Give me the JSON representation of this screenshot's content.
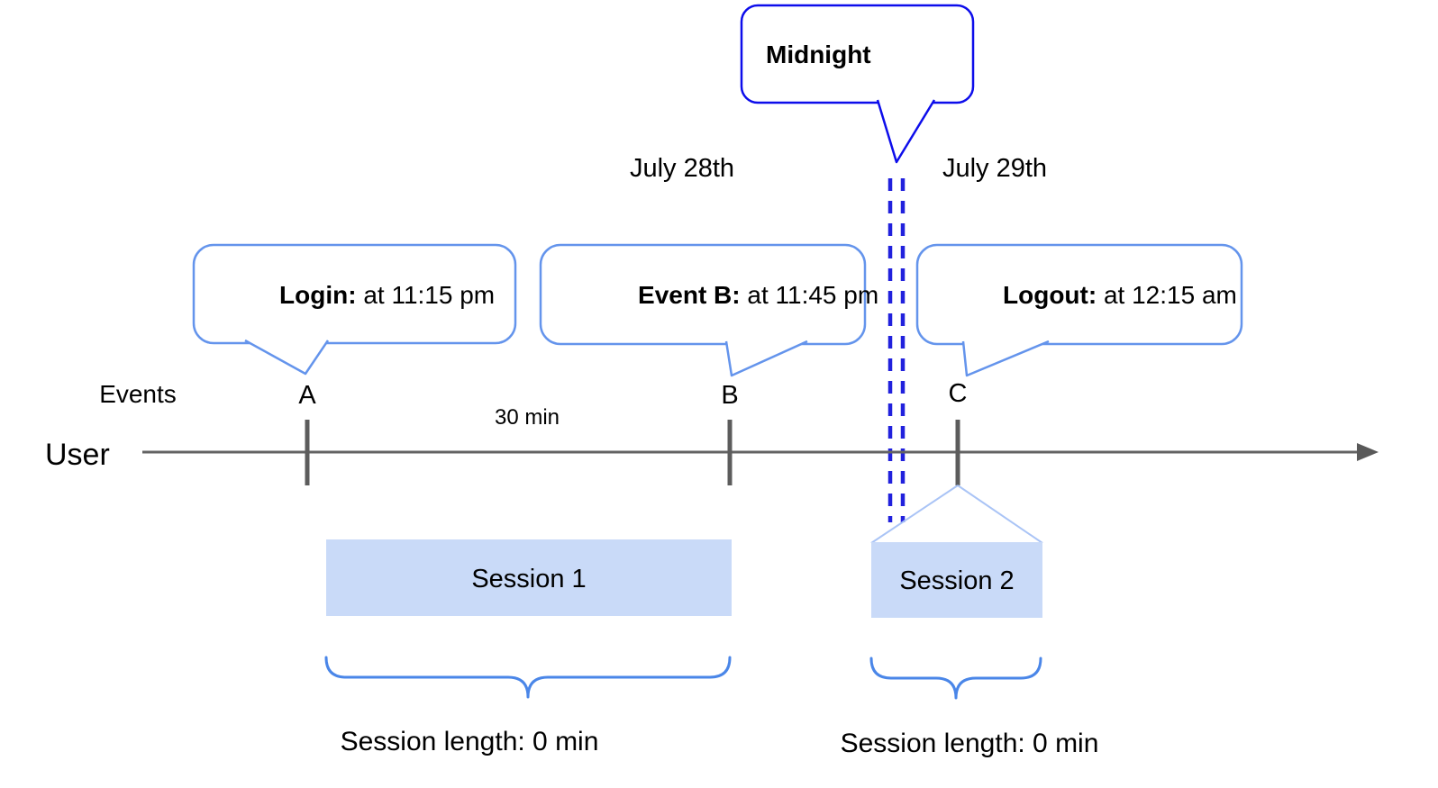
{
  "callouts": {
    "midnight": {
      "title": "Midnight"
    },
    "login": {
      "label": "Login:",
      "time": " at 11:15 pm"
    },
    "event_b": {
      "label": "Event B:",
      "time": " at 11:45 pm"
    },
    "logout": {
      "label": "Logout:",
      "time": " at 12:15 am"
    }
  },
  "dates": {
    "left": "July 28th",
    "right": "July 29th"
  },
  "timeline": {
    "row_label": "User",
    "events_label": "Events",
    "interval_label": "30 min",
    "event_markers": [
      "A",
      "B",
      "C"
    ]
  },
  "sessions": [
    {
      "name": "Session 1",
      "length_label": "Session length: 0 min"
    },
    {
      "name": "Session 2",
      "length_label": "Session length: 0 min"
    }
  ],
  "colors": {
    "midnight_border": "#0d0deb",
    "callout_border": "#6494ec",
    "dash_blue": "#2121dd",
    "brace_blue": "#4a86e8",
    "connector_blue": "#aac4f6",
    "session_fill": "#c9daf8",
    "axis_gray": "#636363",
    "text": "#000000"
  }
}
